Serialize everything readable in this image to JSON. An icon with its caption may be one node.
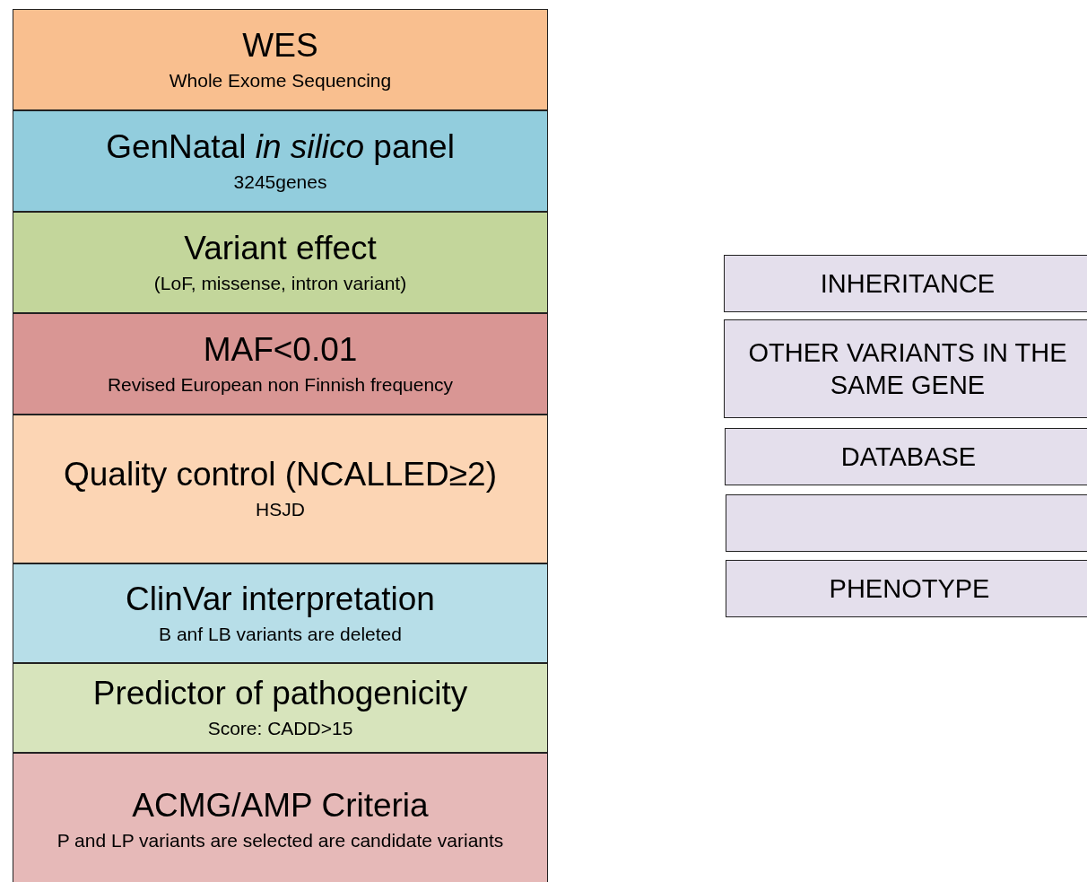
{
  "diagram": {
    "nodes": [
      {
        "text": [
          "WES",
          "Whole Exome Sequencing"
        ]
      },
      {
        "text": [
          "GenNatal *in silico* panel",
          "3245genes"
        ]
      },
      {
        "text": [
          "Variant effect",
          "(LoF, missense, intron variant)"
        ]
      },
      {
        "text": [
          "MAF<0.01",
          "Revised  European non Finnish frequency"
        ]
      },
      {
        "text": [
          "Quality  control (NCALLED≥2)",
          "HSJD"
        ]
      },
      {
        "text": [
          "ClinVar interpretation",
          "B anf LB variants are deleted"
        ]
      },
      {
        "text": [
          "Predictor of pathogenicity",
          "Score: CADD>15"
        ]
      },
      {
        "text": [
          "ACMG/AMP Criteria",
          "P and LP variants are selected are candidate variants"
        ]
      },
      {
        "text": [
          "INHERITANCE"
        ]
      },
      {
        "text": [
          "OTHER VARIANTS IN THE SAME GENE"
        ]
      },
      {
        "text": [
          "DATABASE"
        ]
      },
      {
        "text": [],
        "shape": "box"
      },
      {
        "text": [
          "PHENOTYPE"
        ]
      }
    ]
  }
}
